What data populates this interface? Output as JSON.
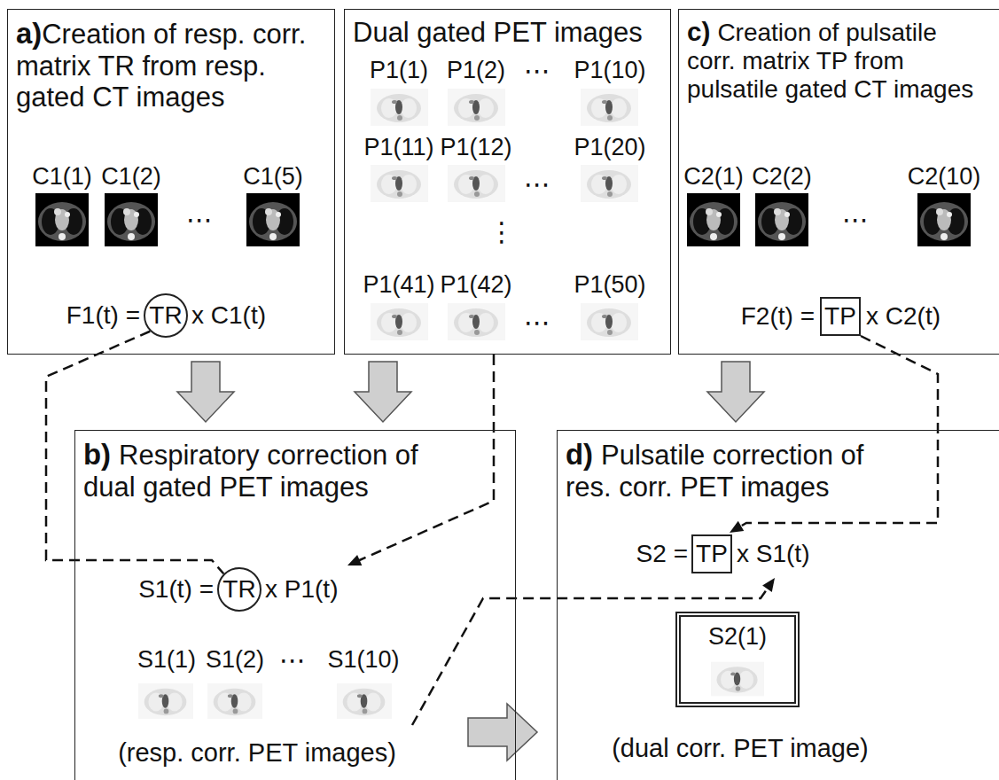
{
  "diagram": {
    "nodes": [
      {
        "text": [
          "a)",
          "Creation of resp. corr. matrix TR from resp. gated CT images"
        ]
      },
      {
        "text": [
          "TR"
        ],
        "in": 0
      },
      {
        "text": [
          "Dual gated PET images"
        ]
      },
      {
        "text": [
          "c)",
          "Creation of pulsatile corr. matrix TP from pulsatile gated CT images"
        ]
      },
      {
        "text": [
          "TP"
        ],
        "in": 3
      },
      {
        "text": [
          "b)",
          "Respiratory correction of dual gated PET images"
        ]
      },
      {
        "text": [
          "TR"
        ],
        "in": 5
      },
      {
        "text": [
          "d)",
          "Pulsatile correction of res. corr. PET images"
        ]
      },
      {
        "text": [
          "TP"
        ],
        "in": 7
      },
      {
        "text": [
          "S2(1)"
        ],
        "in": 7
      }
    ],
    "edges": [
      {
        "from": 1,
        "to": 6,
        "arrow": "none"
      },
      {
        "from": 2,
        "to": 5,
        "arrow": "to"
      },
      {
        "from": 4,
        "to": 8,
        "arrow": "to"
      },
      {
        "from": 5,
        "to": 7,
        "arrow": "to"
      },
      {
        "from": 0,
        "to": 5,
        "arrow": "to"
      },
      {
        "from": 2,
        "to": 5,
        "arrow": "to"
      },
      {
        "from": 3,
        "to": 7,
        "arrow": "to"
      },
      {
        "from": 5,
        "to": 7,
        "arrow": "to"
      }
    ],
    "labels": [
      "C1(1)",
      "C1(2)",
      "⋯",
      "C1(5)",
      "F1(t) =",
      "x C1(t)",
      "P1(1)",
      "P1(2)",
      "⋯",
      "P1(10)",
      "P1(11)",
      "P1(12)",
      "⋯",
      "P1(20)",
      "⋮",
      "P1(41)",
      "P1(42)",
      "⋯",
      "P1(50)",
      "C2(1)",
      "C2(2)",
      "⋯",
      "C2(10)",
      "F2(t) =",
      "x C2(t)",
      "S1(t) =",
      "x P1(t)",
      "S1(1)",
      "S1(2)",
      "⋯",
      "S1(10)",
      "(resp. corr. PET images)",
      "S2 =",
      "x S1(t)",
      "(dual corr. PET image)"
    ]
  }
}
